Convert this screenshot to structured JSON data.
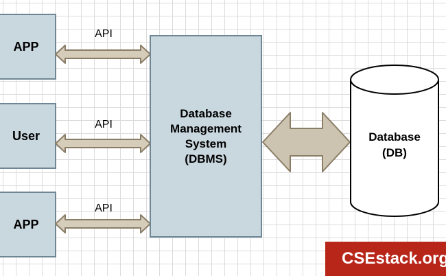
{
  "diagram": {
    "clients": [
      {
        "label": "APP"
      },
      {
        "label": "User"
      },
      {
        "label": "APP"
      }
    ],
    "api_labels": [
      "API",
      "API",
      "API"
    ],
    "dbms": {
      "lines": [
        "Database",
        "Management",
        "System",
        "(DBMS)"
      ]
    },
    "database": {
      "lines": [
        "Database",
        "(DB)"
      ]
    }
  },
  "watermark": {
    "text": "CSEstack.org"
  },
  "colors": {
    "box_fill": "#c9d7df",
    "box_border": "#6f8794",
    "arrow_fill": "#d6ccba",
    "arrow_stroke": "#8a7d66",
    "badge": "#b8261a"
  }
}
